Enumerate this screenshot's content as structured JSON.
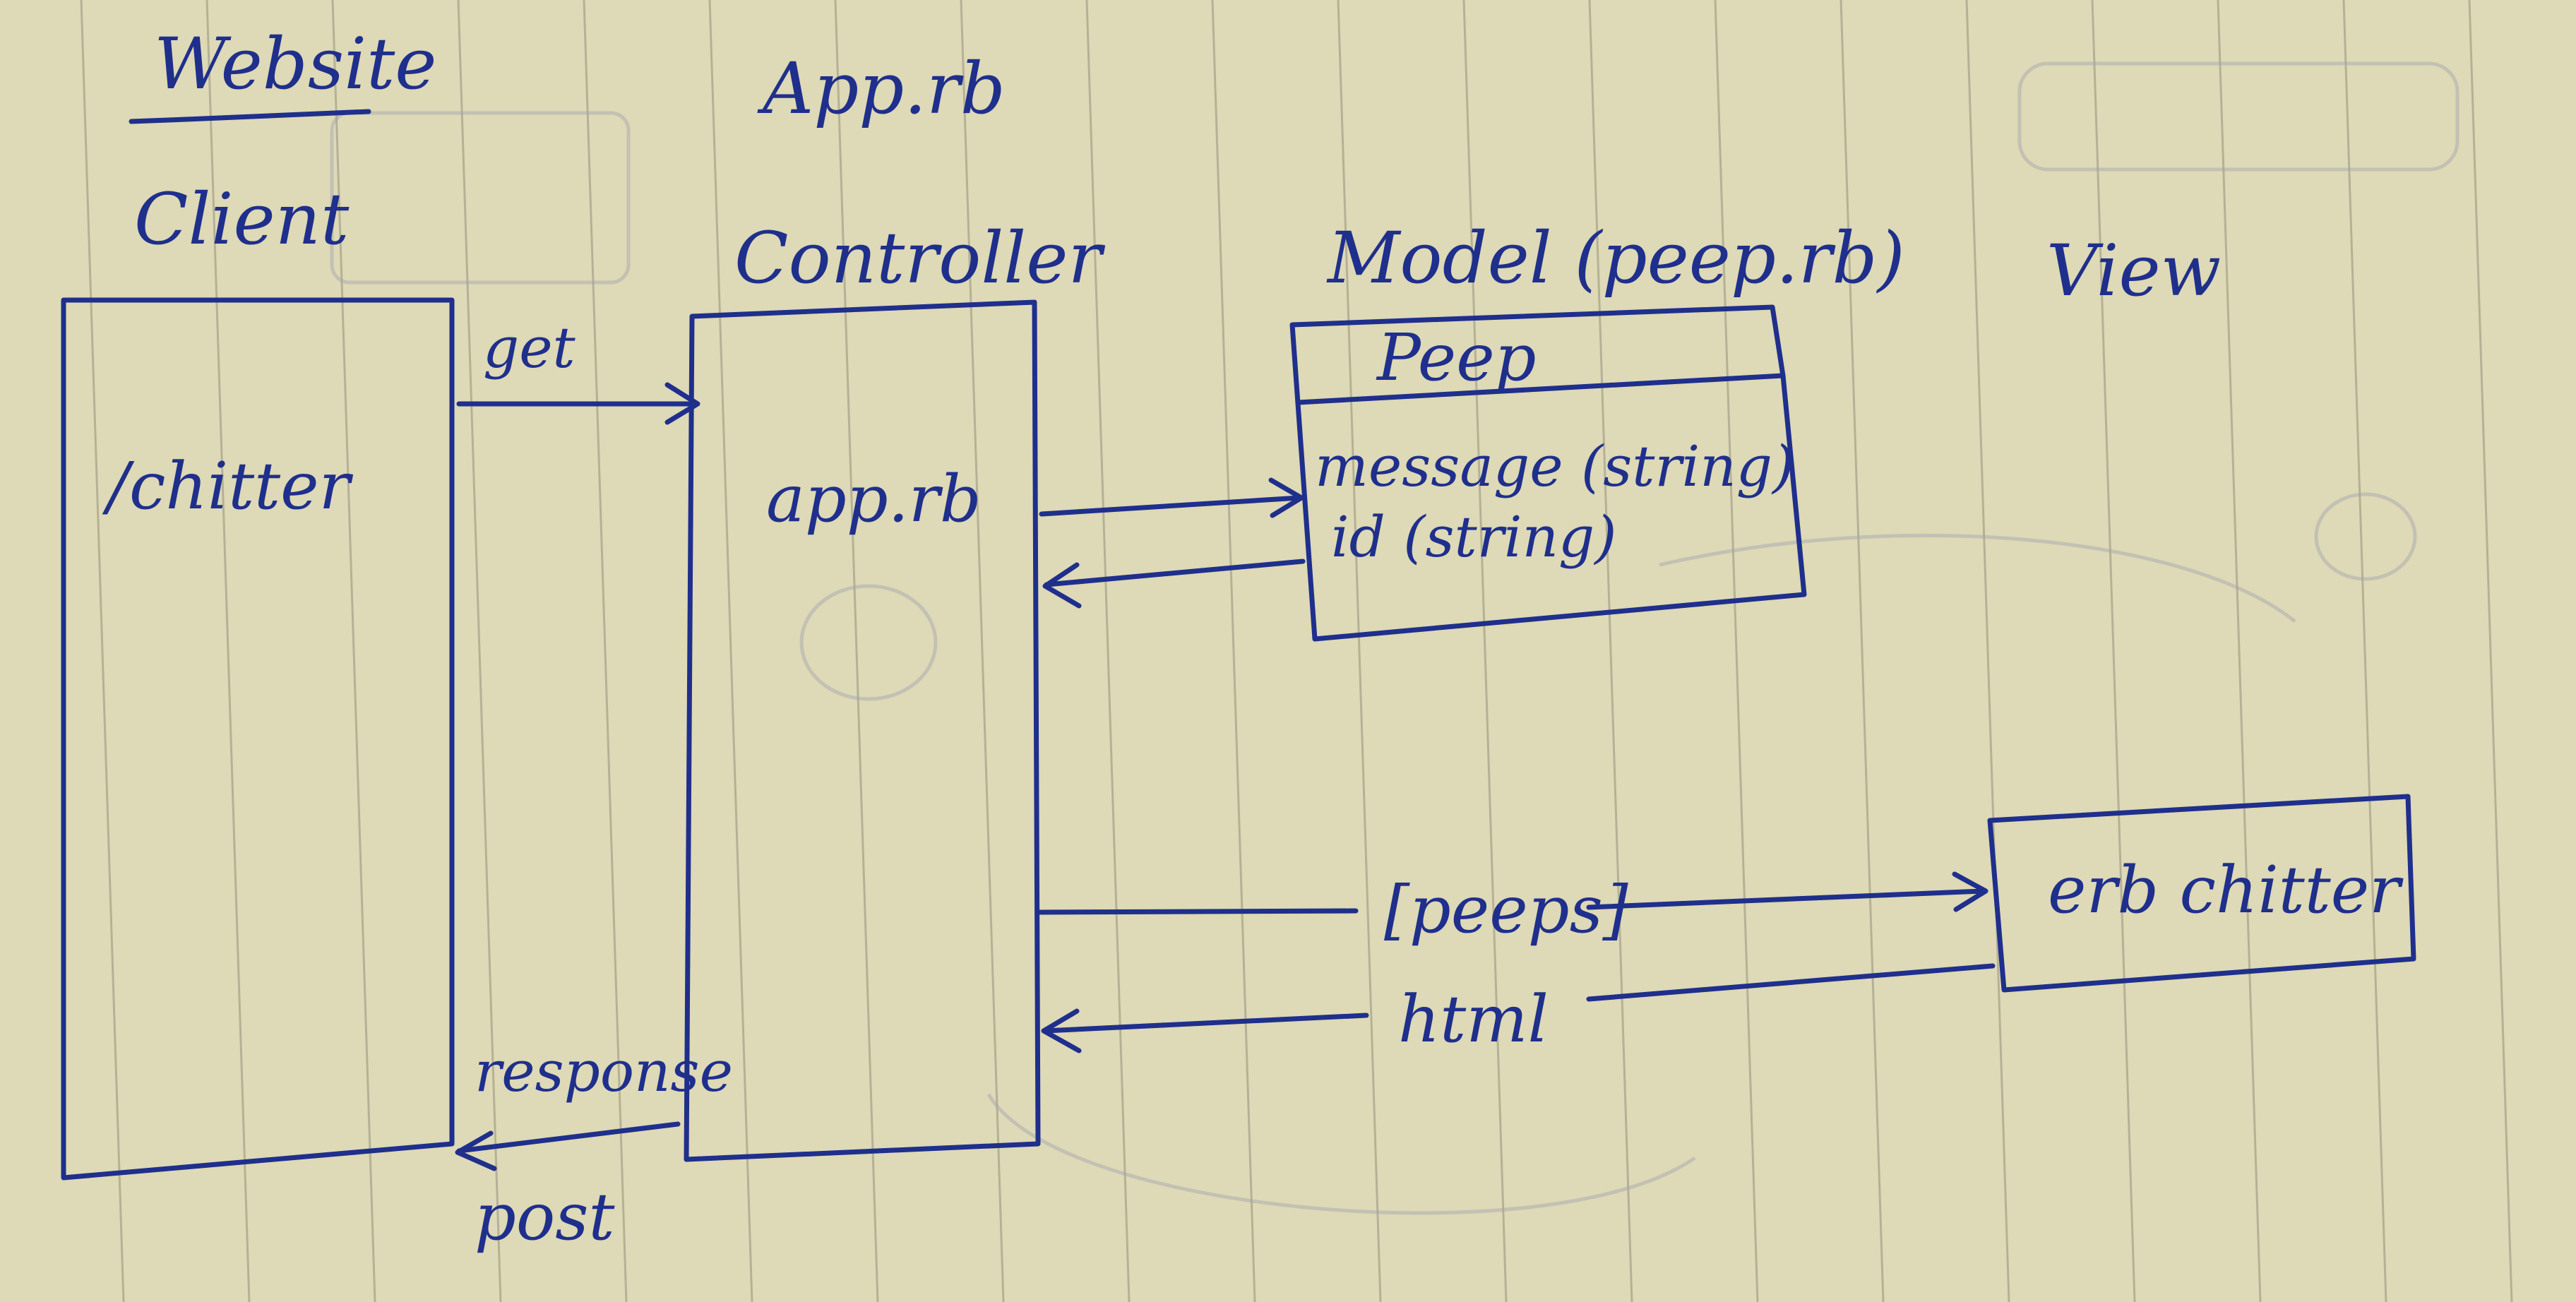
{
  "colors": {
    "paper": "#ded9b6",
    "ink": "#1f2f8c",
    "ruling": "#a8a48c"
  },
  "headings": {
    "website": "Website",
    "app": "App.rb"
  },
  "client": {
    "heading": "Client",
    "route": "/chitter"
  },
  "controller": {
    "heading": "Controller",
    "file": "app.rb"
  },
  "model": {
    "heading": "Model (peep.rb)",
    "class_name": "Peep",
    "attributes": [
      "message (string)",
      "id (string)"
    ]
  },
  "view": {
    "heading": "View",
    "template": "erb chitter"
  },
  "arrows": {
    "get": "get",
    "response": "response",
    "post": "post",
    "peeps": "[peeps]",
    "html": "html"
  }
}
